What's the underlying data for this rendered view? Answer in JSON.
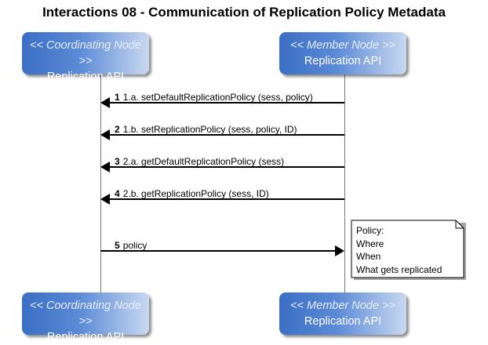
{
  "title": "Interactions 08 - Communication of Replication Policy Metadata",
  "participants": {
    "coordinating": {
      "stereotype": "<< Coordinating Node >>",
      "name": "Replication API"
    },
    "member": {
      "stereotype": "<< Member Node >>",
      "name": "Replication API"
    }
  },
  "messages": [
    {
      "num": "1",
      "text": "1.a. setDefaultReplicationPolicy (sess, policy)",
      "from": "member",
      "to": "coordinating"
    },
    {
      "num": "2",
      "text": "1.b. setReplicationPolicy (sess, policy, ID)",
      "from": "member",
      "to": "coordinating"
    },
    {
      "num": "3",
      "text": "2.a. getDefaultReplicationPolicy (sess)",
      "from": "member",
      "to": "coordinating"
    },
    {
      "num": "4",
      "text": "2.b. getReplicationPolicy (sess, ID)",
      "from": "member",
      "to": "coordinating"
    },
    {
      "num": "5",
      "text": "policy",
      "from": "coordinating",
      "to": "member"
    }
  ],
  "note": {
    "lines": [
      "Policy:",
      "Where",
      "When",
      "What gets replicated"
    ]
  },
  "colors": {
    "participant_dark": "#3a6fc4",
    "participant_light": "#c9d8f0",
    "arrow": "#000000",
    "lifeline": "#777777"
  }
}
